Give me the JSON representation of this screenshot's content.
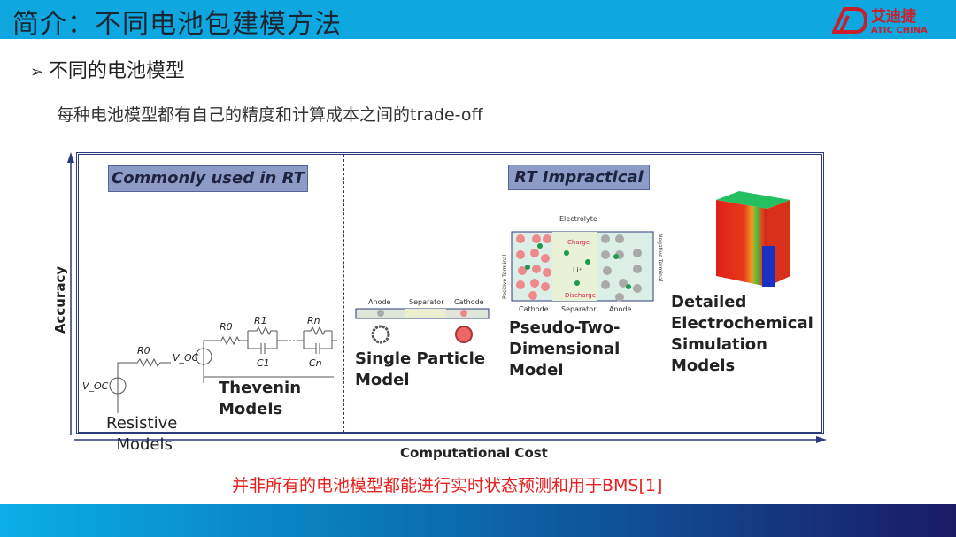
{
  "header": {
    "title": "简介：不同电池包建模方法",
    "logo_text": "艾迪捷",
    "logo_sub": "ATIC CHINA"
  },
  "bullet": {
    "icon": "arrow-bullet-icon",
    "text": "不同的电池模型"
  },
  "subtitle": "每种电池模型都有自己的精度和计算成本之间的trade-off",
  "diagram": {
    "tag_rt": "Commonly used in RT",
    "tag_impractical": "RT Impractical",
    "y_axis": "Accuracy",
    "x_axis": "Computational Cost",
    "models": [
      {
        "line1": "Resistive",
        "line2": "Models"
      },
      {
        "line1": "Thevenin",
        "line2": "Models"
      },
      {
        "line1": "Single Particle",
        "line2": "Model"
      },
      {
        "line1": "Pseudo-Two-",
        "line2": "Dimensional",
        "line3": "Model"
      },
      {
        "line1": "Detailed",
        "line2": "Electrochemical",
        "line3": "Simulation",
        "line4": "Models"
      }
    ],
    "circuit": {
      "voc": "V_OC",
      "r0": "R0",
      "r1": "R1",
      "rn": "Rn",
      "c1": "C1",
      "cn": "Cn"
    },
    "spm": {
      "anode": "Anode",
      "separator": "Separator",
      "cathode": "Cathode"
    },
    "p2d": {
      "electrolyte": "Electrolyte",
      "charge": "Charge",
      "discharge": "Discharge",
      "li": "Li⁺",
      "cathode": "Cathode",
      "separator": "Separator",
      "anode": "Anode",
      "pos": "Positive Terminal",
      "neg": "Negative Terminal"
    }
  },
  "note": "并非所有的电池模型都能进行实时状态预测和用于BMS[1]",
  "colors": {
    "header": "#0ea7df",
    "note": "#e8201f",
    "frame": "#2b3a7c"
  }
}
